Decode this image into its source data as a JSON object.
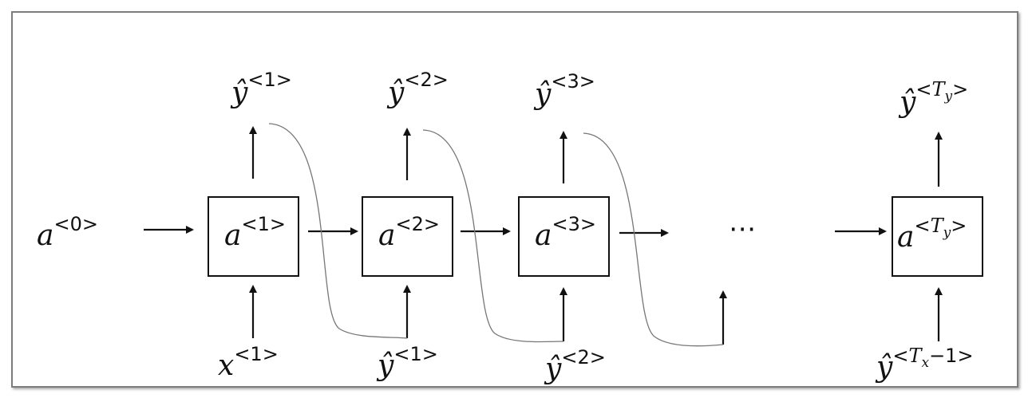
{
  "labels": {
    "a0": {
      "base": "a",
      "sup": "<0>"
    },
    "cell1": {
      "base": "a",
      "sup": "<1>"
    },
    "cell2": {
      "base": "a",
      "sup": "<2>"
    },
    "cell3": {
      "base": "a",
      "sup": "<3>"
    },
    "cellTy": {
      "base": "a",
      "sup_open": "<",
      "sup_T": "T",
      "sup_sub": "y",
      "sup_close": ">"
    },
    "out1": {
      "base": "ŷ",
      "sup": "<1>"
    },
    "out2": {
      "base": "ŷ",
      "sup": "<2>"
    },
    "out3": {
      "base": "ŷ",
      "sup": "<3>"
    },
    "outTy": {
      "base": "ŷ",
      "sup_open": "<",
      "sup_T": "T",
      "sup_sub": "y",
      "sup_close": ">"
    },
    "in1": {
      "base": "x",
      "sup": "<1>"
    },
    "in2": {
      "base": "ŷ",
      "sup": "<1>"
    },
    "in3": {
      "base": "ŷ",
      "sup": "<2>"
    },
    "inTy": {
      "base": "ŷ",
      "sup_open": "<",
      "sup_T": "T",
      "sup_sub": "x",
      "sup_rest": "−1>"
    },
    "ellipsis": "⋯"
  }
}
